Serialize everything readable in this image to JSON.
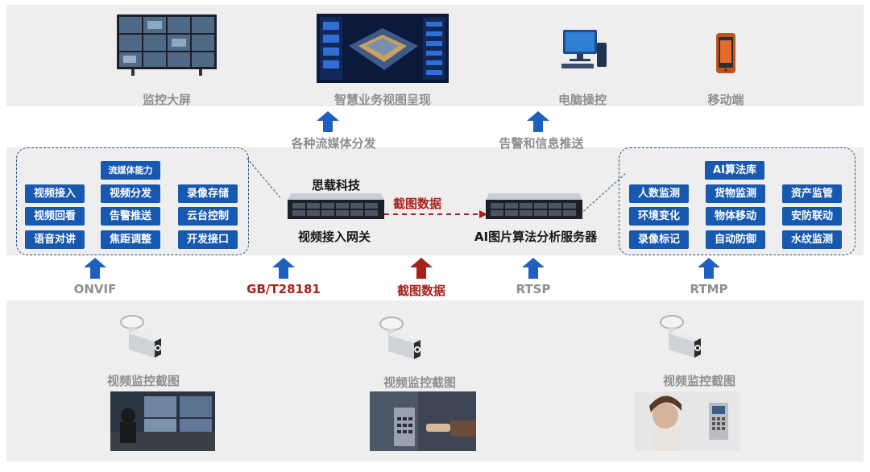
{
  "top": {
    "items": [
      {
        "label": "监控大屏"
      },
      {
        "label": "智慧业务视图呈现"
      },
      {
        "label": "电脑操控"
      },
      {
        "label": "移动端"
      }
    ]
  },
  "distribution": {
    "streaming": "各种流媒体分发",
    "alerts": "告警和信息推送"
  },
  "gateway": {
    "brand": "思载科技",
    "name": "视频接入网关",
    "capability_title": "流媒体能力",
    "capabilities": [
      "视频接入",
      "视频分发",
      "录像存储",
      "视频回看",
      "告警推送",
      "云台控制",
      "语音对讲",
      "焦距调整",
      "开发接口"
    ]
  },
  "link_label": "截图数据",
  "server": {
    "name": "AI图片算法分析服务器",
    "library_title": "AI算法库",
    "algorithms": [
      "人数监测",
      "货物监测",
      "资产监管",
      "环境变化",
      "物体移动",
      "安防联动",
      "录像标记",
      "自动防御",
      "水纹监测"
    ]
  },
  "protocols": [
    {
      "label": "ONVIF"
    },
    {
      "label": "GB/T28181"
    },
    {
      "label": "截图数据"
    },
    {
      "label": "RTSP"
    },
    {
      "label": "RTMP"
    }
  ],
  "cameras": [
    {
      "label": "视频监控截图"
    },
    {
      "label": "视频监控截图"
    },
    {
      "label": "视频监控截图"
    }
  ],
  "colors": {
    "accent_blue": "#1759b0",
    "arrow_blue": "#1f5fbf",
    "alert_red": "#a8201a",
    "band_gray": "#eeeeef"
  }
}
